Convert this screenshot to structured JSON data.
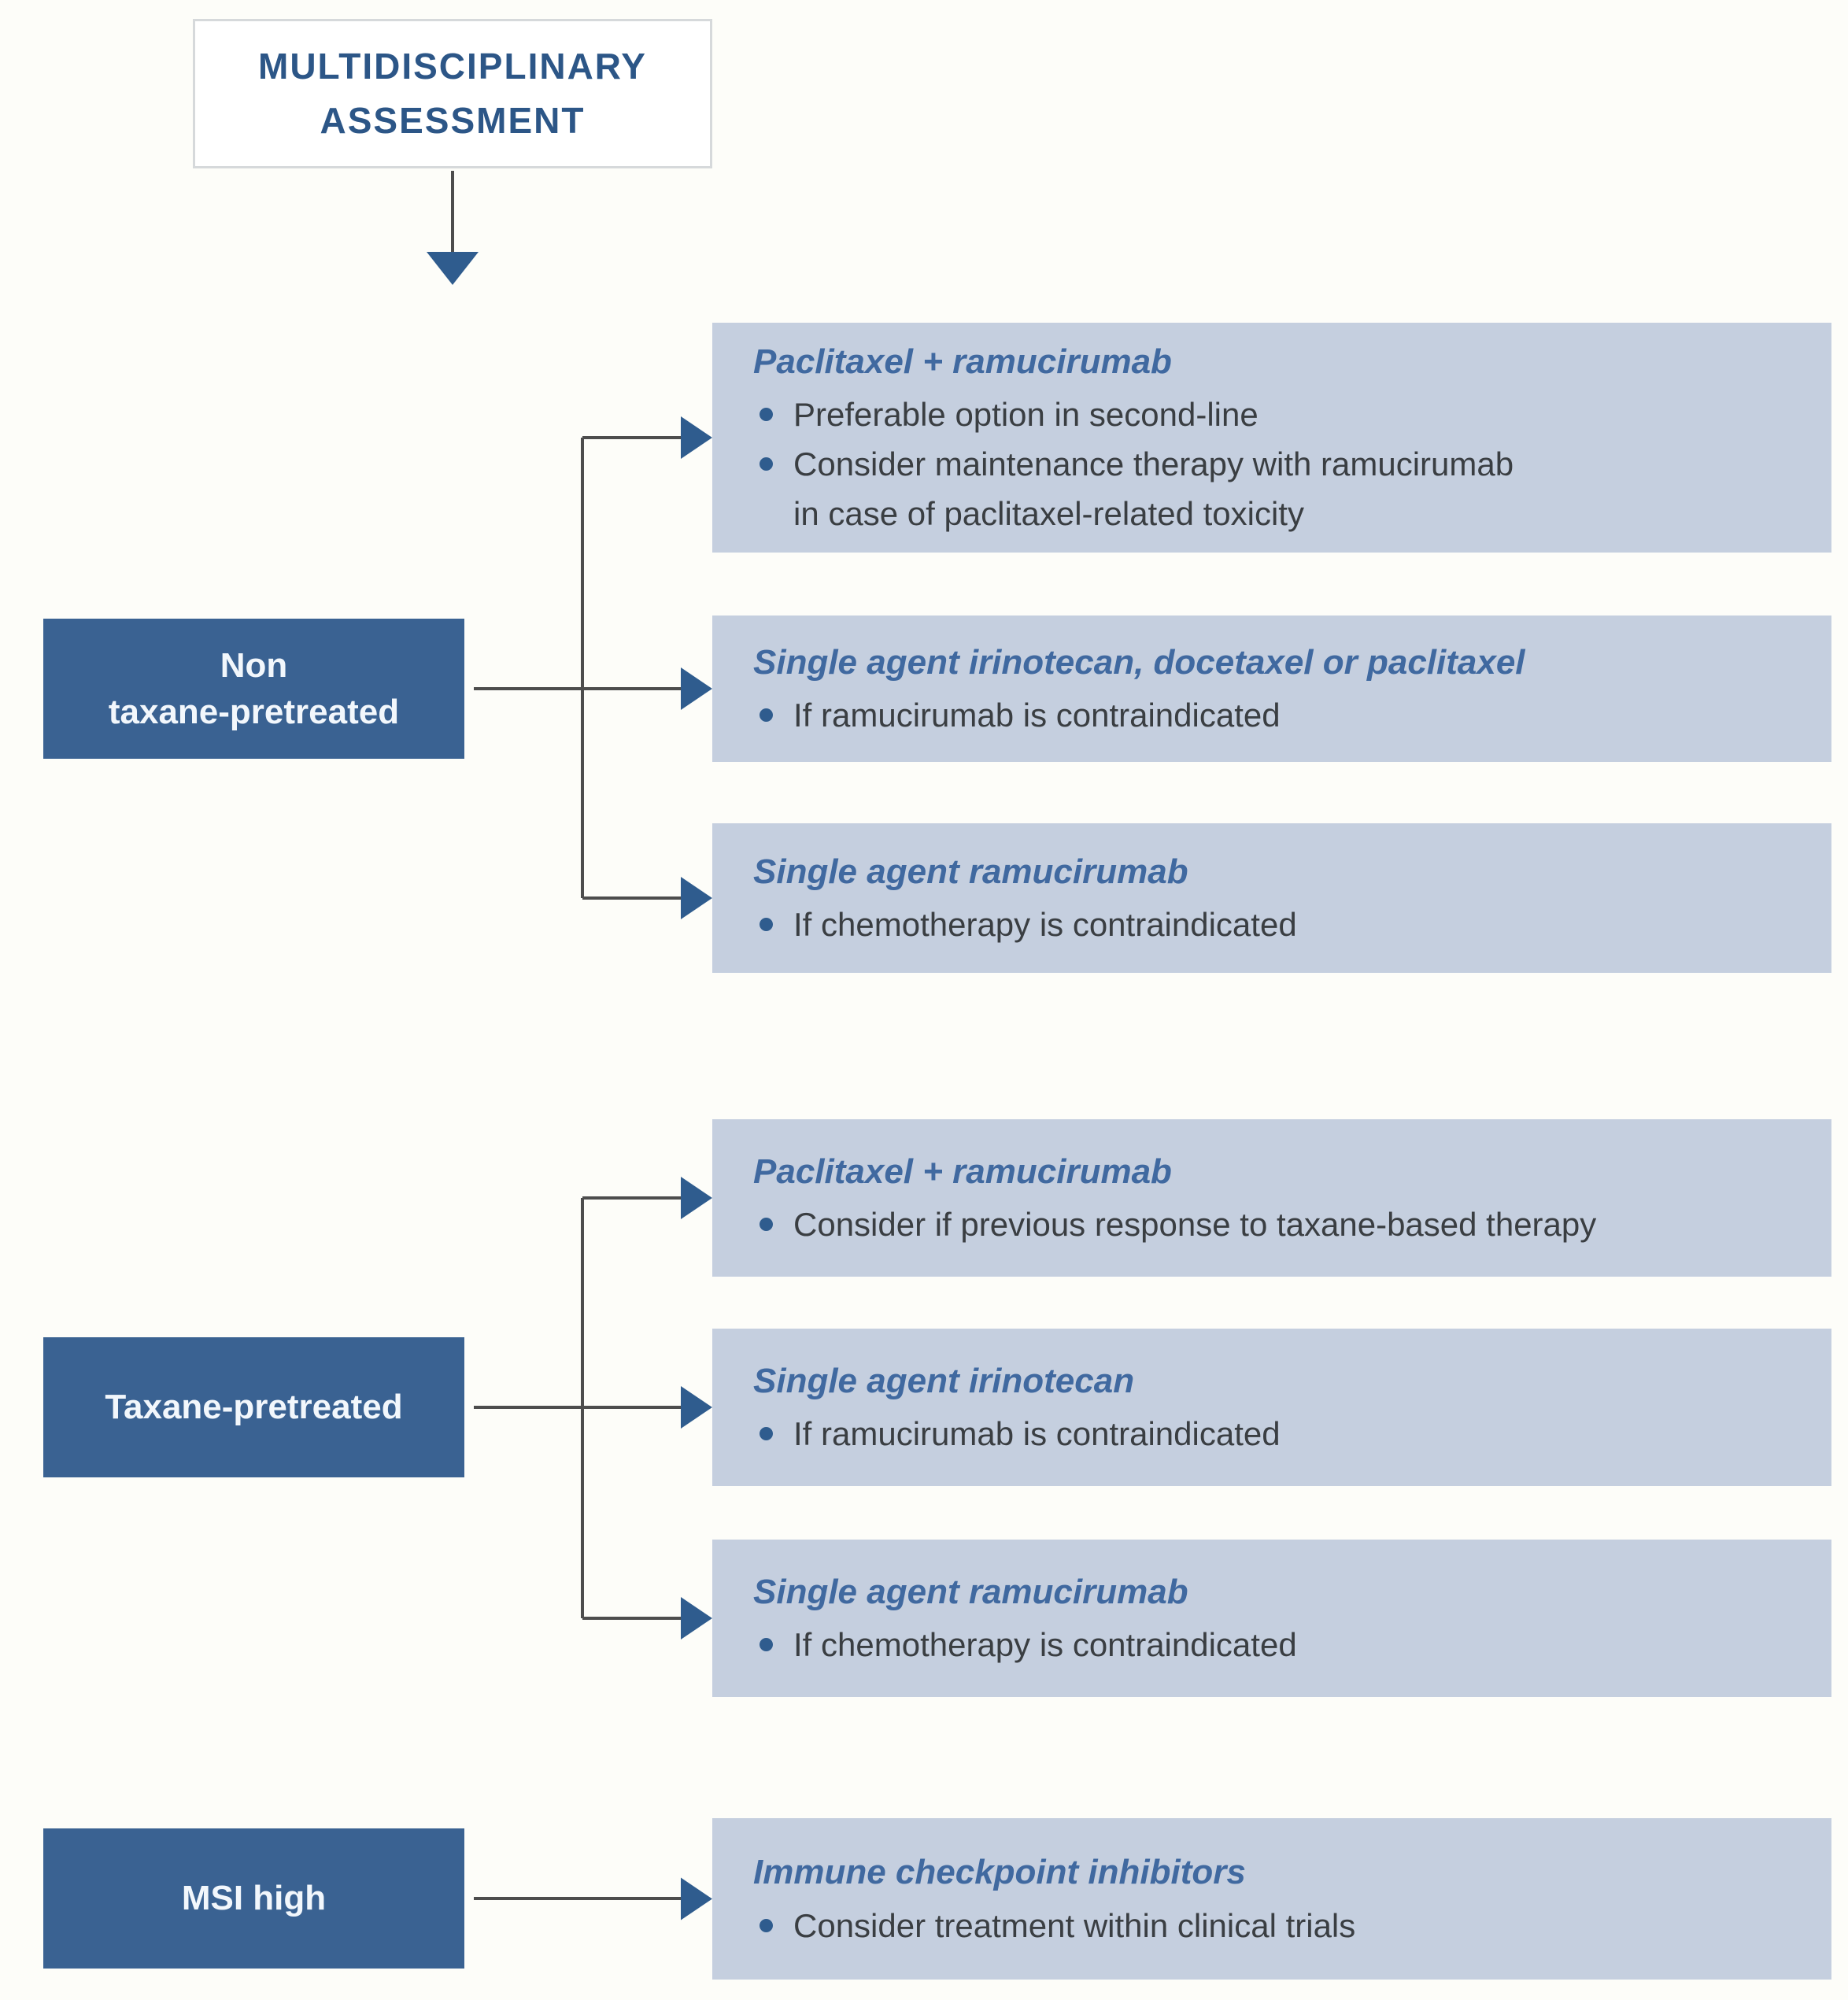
{
  "assessment": {
    "title": "MULTIDISCIPLINARY\nASSESSMENT"
  },
  "branches": [
    {
      "label": "Non\ntaxane-pretreated",
      "options": [
        {
          "title": "Paclitaxel + ramucirumab",
          "bullets": [
            "Preferable option in second-line",
            "Consider maintenance therapy with ramucirumab\nin case of paclitaxel-related toxicity"
          ]
        },
        {
          "title": "Single agent irinotecan, docetaxel or paclitaxel",
          "bullets": [
            "If ramucirumab is contraindicated"
          ]
        },
        {
          "title": "Single agent ramucirumab",
          "bullets": [
            "If chemotherapy is contraindicated"
          ]
        }
      ]
    },
    {
      "label": "Taxane-pretreated",
      "options": [
        {
          "title": "Paclitaxel + ramucirumab",
          "bullets": [
            "Consider if previous response to taxane-based therapy"
          ]
        },
        {
          "title": "Single agent irinotecan",
          "bullets": [
            "If ramucirumab is contraindicated"
          ]
        },
        {
          "title": "Single agent ramucirumab",
          "bullets": [
            "If chemotherapy is contraindicated"
          ]
        }
      ]
    },
    {
      "label": "MSI high",
      "options": [
        {
          "title": "Immune checkpoint inhibitors",
          "bullets": [
            "Consider treatment within clinical trials"
          ]
        }
      ]
    }
  ],
  "colors": {
    "page_bg": "#fdfdf9",
    "assessment_box_bg": "#ffffff",
    "assessment_box_border": "#d6d9db",
    "assessment_title": "#2c5687",
    "category_box_bg": "#3a6292",
    "category_label": "#f2f7fc",
    "option_box_bg": "#c5cfdf",
    "option_title": "#4069a0",
    "bullet_text": "#3a3e42",
    "bullet_dot": "#2f5c8e",
    "connector_line": "#4d4d4d",
    "arrow_head": "#2f5c8e"
  }
}
